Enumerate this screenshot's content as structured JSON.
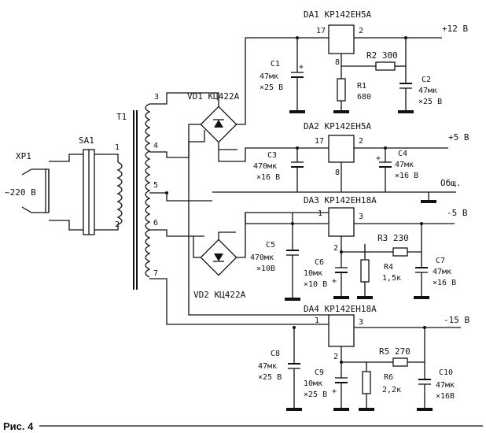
{
  "figure": {
    "caption": "Рис. 4"
  },
  "labels": {
    "xp1": "XP1",
    "mains": "~220 B",
    "sa1": "SA1",
    "t1": "T1",
    "w1": "1",
    "w2": "2",
    "w3": "3",
    "w4": "4",
    "w5": "5",
    "w6": "6",
    "w7": "7",
    "vd1": "VD1 КЦ422А",
    "vd2": "VD2 КЦ422А",
    "da1": "DA1 КР142ЕН5А",
    "da2": "DA2 КР142ЕН5А",
    "da3": "DA3 КР142ЕН18А",
    "da4": "DA4 КР142ЕН18А",
    "p17a": "17",
    "p2a": "2",
    "p8a": "8",
    "p17b": "17",
    "p2b": "2",
    "p8b": "8",
    "p1c": "1",
    "p3c": "3",
    "p2c": "2",
    "p1d": "1",
    "p3d": "3",
    "p2d": "2",
    "out1": "+12 B",
    "out2": "+5 B",
    "out3": "Общ.",
    "out4": "-5 B",
    "out5": "-15 B",
    "c1": "C1",
    "c1v": "47мк",
    "c1u": "×25 B",
    "c2": "C2",
    "c2v": "47мк",
    "c2u": "×25 B",
    "c3": "C3",
    "c3v": "470мк",
    "c3u": "×16 B",
    "c4": "C4",
    "c4v": "47мк",
    "c4u": "×16 B",
    "c5": "C5",
    "c5v": "470мк",
    "c5u": "×10B",
    "c6": "C6",
    "c6v": "10мк",
    "c6u": "×10 В",
    "c7": "C7",
    "c7v": "47мк",
    "c7u": "×16 B",
    "c8": "C8",
    "c8v": "47мк",
    "c8u": "×25 B",
    "c9": "C9",
    "c9v": "10мк",
    "c9u": "×25 В",
    "c10": "C10",
    "c10v": "47мк",
    "c10u": "×16B",
    "r1": "R1",
    "r1v": "680",
    "r2": "R2 300",
    "r3": "R3 230",
    "r4": "R4",
    "r4v": "1,5к",
    "r5": "R5 270",
    "r6": "R6",
    "r6v": "2,2к",
    "plus": "+"
  }
}
